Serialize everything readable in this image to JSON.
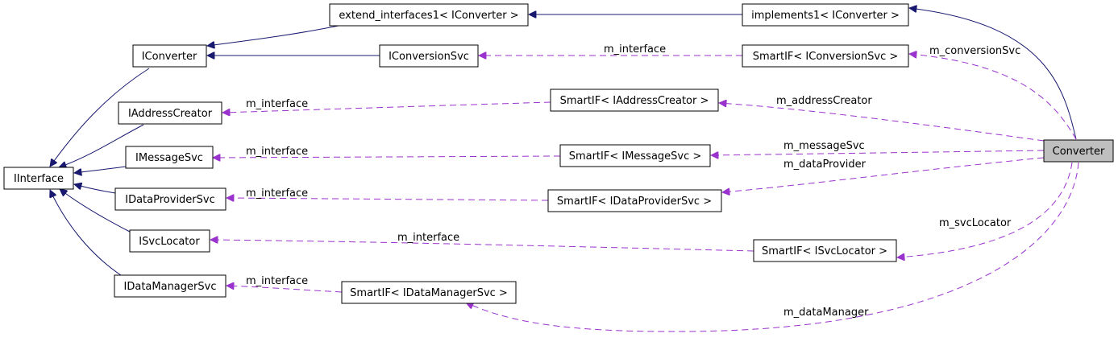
{
  "diagram": {
    "colors": {
      "inheritance": "#191970",
      "usage": "#9a32cd",
      "node_fill": "#ffffff",
      "highlight_fill": "#bfbfbf",
      "border": "#000000"
    },
    "nodes": {
      "converter": "Converter",
      "iinterface": "IInterface",
      "iconverter": "IConverter",
      "iaddresscreator": "IAddressCreator",
      "imessagesvc": "IMessageSvc",
      "idataprovidersvc": "IDataProviderSvc",
      "isvclocator": "ISvcLocator",
      "idatamanagersvc": "IDataManagerSvc",
      "extend_interfaces": "extend_interfaces1< IConverter >",
      "implements": "implements1< IConverter >",
      "iconversionsvc": "IConversionSvc",
      "smartif_conversionsvc": "SmartIF< IConversionSvc >",
      "smartif_addresscreator": "SmartIF< IAddressCreator >",
      "smartif_messagesvc": "SmartIF< IMessageSvc >",
      "smartif_dataprovidersvc": "SmartIF< IDataProviderSvc >",
      "smartif_svclocator": "SmartIF< ISvcLocator >",
      "smartif_datamanagersvc": "SmartIF< IDataManagerSvc >"
    },
    "edge_labels": {
      "m_interface_conversion": "m_interface",
      "m_interface_address": "m_interface",
      "m_interface_message": "m_interface",
      "m_interface_dataprovider": "m_interface",
      "m_interface_svclocator": "m_interface",
      "m_interface_datamanager": "m_interface",
      "m_conversionSvc": "m_conversionSvc",
      "m_addressCreator": "m_addressCreator",
      "m_messageSvc": "m_messageSvc",
      "m_dataProvider": "m_dataProvider",
      "m_svcLocator": "m_svcLocator",
      "m_dataManager": "m_dataManager"
    }
  }
}
